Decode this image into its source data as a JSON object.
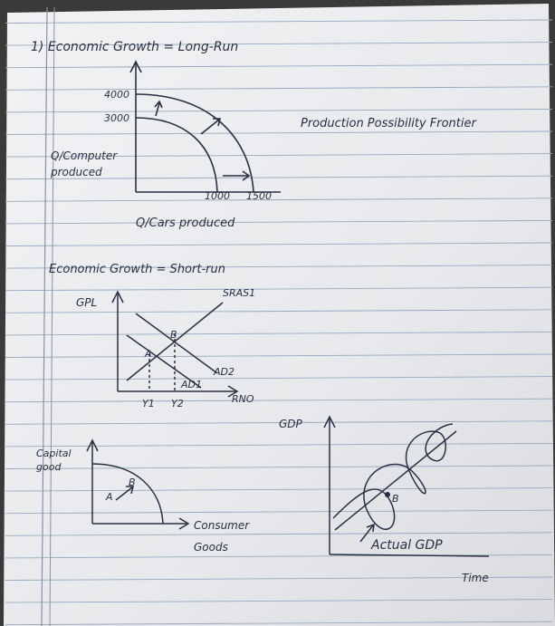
{
  "heading_top": "1) Economic Growth = Long-Run",
  "ppf_label": "Production Possibility Frontier",
  "ppf": {
    "y_axis_label": [
      "Q/Computer",
      "produced"
    ],
    "x_axis_label": "Q/Cars produced",
    "y_ticks": [
      "4000",
      "3000"
    ],
    "x_ticks": [
      "1000",
      "1500"
    ]
  },
  "heading_short": "Economic Growth = Short-run",
  "asad": {
    "y_axis_label": "GPL",
    "x_axis_label": "RNO",
    "sras_label": "SRAS1",
    "ad1_label": "AD1",
    "ad2_label": "AD2",
    "point_a": "A",
    "point_b": "B",
    "y1": "Y1",
    "y2": "Y2"
  },
  "capital": {
    "y_axis_label": [
      "Capital",
      "good"
    ],
    "x_axis_label": [
      "Consumer",
      "Goods"
    ],
    "point_a": "A",
    "point_b": "B"
  },
  "gdp": {
    "y_axis_label": "GDP",
    "x_axis_label": "Time",
    "point_b": "B",
    "actual_label": "Actual GDP"
  },
  "colors": {
    "paper": "#e9ebee",
    "rule_line": "#9aa9bd",
    "margin_line": "#8d8fa6",
    "ink": "#2a2f45"
  }
}
